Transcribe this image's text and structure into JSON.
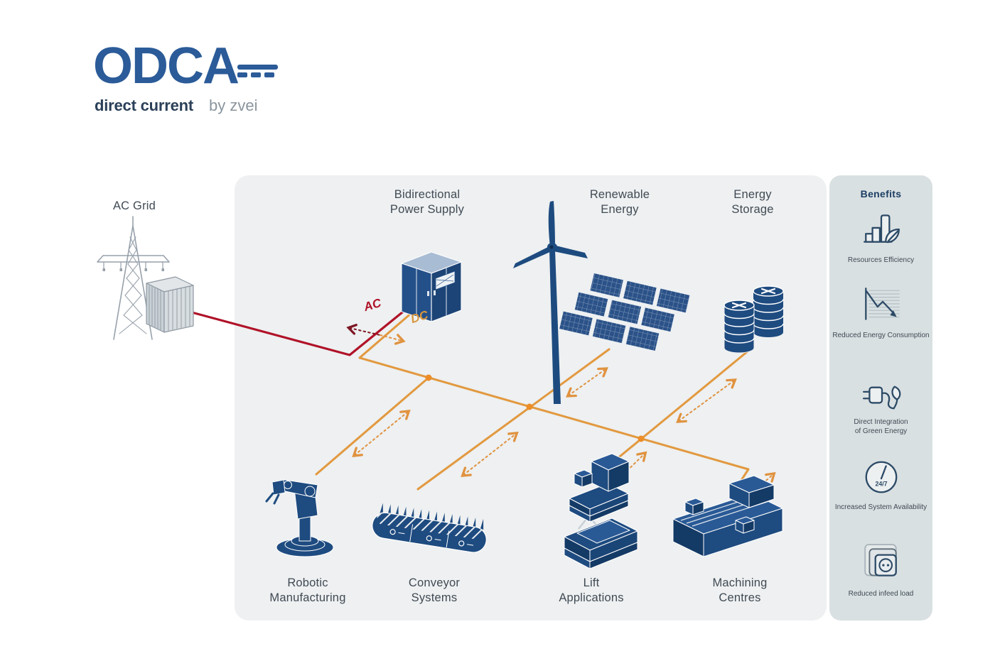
{
  "logo": {
    "title": "ODCA",
    "subtitle": "direct current",
    "byline": "by zvei"
  },
  "colors": {
    "brand_blue": "#2b5b98",
    "icon_navy": "#1e4b80",
    "ac_red": "#b01228",
    "dc_orange": "#e2993f",
    "junction_orange": "#ec8d27",
    "main_panel_bg": "#eef0f1",
    "benefits_panel_bg": "#d9e0e2",
    "label_text": "#404a54"
  },
  "diagram": {
    "ac_grid_label": "AC Grid",
    "ac_line_label": "AC",
    "dc_line_label": "DC",
    "nodes": {
      "bidirectional_power_supply": {
        "line1": "Bidirectional",
        "line2": "Power Supply"
      },
      "renewable_energy": {
        "line1": "Renewable",
        "line2": "Energy"
      },
      "energy_storage": {
        "line1": "Energy",
        "line2": "Storage"
      },
      "robotic_manufacturing": {
        "line1": "Robotic",
        "line2": "Manufacturing"
      },
      "conveyor_systems": {
        "line1": "Conveyor",
        "line2": "Systems"
      },
      "lift_applications": {
        "line1": "Lift",
        "line2": "Applications"
      },
      "machining_centres": {
        "line1": "Machining",
        "line2": "Centres"
      }
    }
  },
  "benefits": {
    "title": "Benefits",
    "items": [
      {
        "icon": "resources-efficiency-icon",
        "label": "Resources Efficiency"
      },
      {
        "icon": "reduced-energy-consumption-icon",
        "label": "Reduced Energy Consumption"
      },
      {
        "icon": "green-energy-integration-icon",
        "label_line1": "Direct Integration",
        "label_line2": "of Green Energy"
      },
      {
        "icon": "system-availability-icon",
        "label": "Increased System Availability",
        "badge": "24/7"
      },
      {
        "icon": "reduced-infeed-load-icon",
        "label": "Reduced infeed load"
      }
    ]
  }
}
